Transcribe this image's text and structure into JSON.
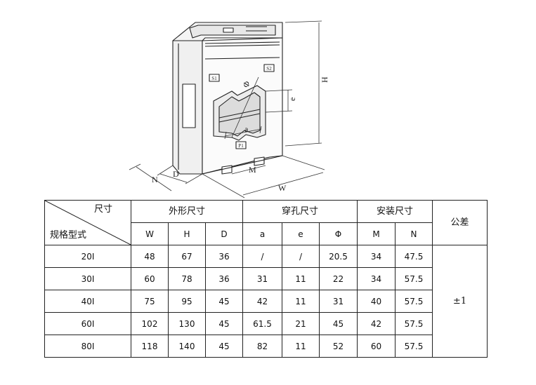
{
  "drawing": {
    "labels": {
      "phi": "Φ",
      "h": "H",
      "e": "e",
      "a": "a",
      "d": "D",
      "n": "N",
      "m": "M",
      "w": "W",
      "s1": "S1",
      "s2": "S2",
      "p1": "P1"
    }
  },
  "table": {
    "corner_top": "尺寸",
    "corner_bottom": "规格型式",
    "groups": {
      "outer": "外形尺寸",
      "hole": "穿孔尺寸",
      "mount": "安装尺寸",
      "tolerance": "公差"
    },
    "columns": [
      "W",
      "H",
      "D",
      "a",
      "e",
      "Φ",
      "M",
      "N"
    ],
    "rows": [
      {
        "model": "20I",
        "cells": [
          "48",
          "67",
          "36",
          "/",
          "/",
          "20.5",
          "34",
          "47.5"
        ]
      },
      {
        "model": "30I",
        "cells": [
          "60",
          "78",
          "36",
          "31",
          "11",
          "22",
          "34",
          "57.5"
        ]
      },
      {
        "model": "40I",
        "cells": [
          "75",
          "95",
          "45",
          "42",
          "11",
          "31",
          "40",
          "57.5"
        ]
      },
      {
        "model": "60I",
        "cells": [
          "102",
          "130",
          "45",
          "61.5",
          "21",
          "45",
          "42",
          "57.5"
        ]
      },
      {
        "model": "80I",
        "cells": [
          "118",
          "140",
          "45",
          "82",
          "11",
          "52",
          "60",
          "57.5"
        ]
      }
    ],
    "tolerance_value": "±1"
  }
}
